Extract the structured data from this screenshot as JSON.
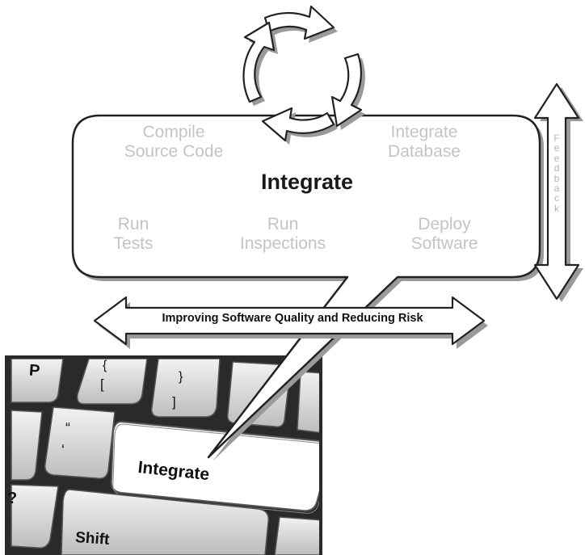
{
  "diagram": {
    "title": "Integrate",
    "tasks": [
      {
        "line1": "Compile",
        "line2": "Source Code"
      },
      {
        "line1": "Integrate",
        "line2": "Database"
      },
      {
        "line1": "Run",
        "line2": "Tests"
      },
      {
        "line1": "Run",
        "line2": "Inspections"
      },
      {
        "line1": "Deploy",
        "line2": "Software"
      }
    ],
    "feedback_label": "Feedback",
    "quality_label": "Improving Software Quality and Reducing Risk"
  },
  "keyboard": {
    "keys": {
      "p": "P",
      "brace_open": "{",
      "bracket_open": "[",
      "brace_close": "}",
      "bracket_close": "]",
      "quote_double": "“",
      "quote_single": "‘",
      "integrate": "Integrate",
      "question": "?",
      "shift": "Shift"
    }
  },
  "colors": {
    "task_text": "#c4c4c4",
    "box_border": "#222222",
    "arrow_fill": "#ffffff",
    "shadow": "#9a9a9a"
  },
  "icons": [
    "cycle-arrows-icon",
    "double-arrow-icon"
  ]
}
